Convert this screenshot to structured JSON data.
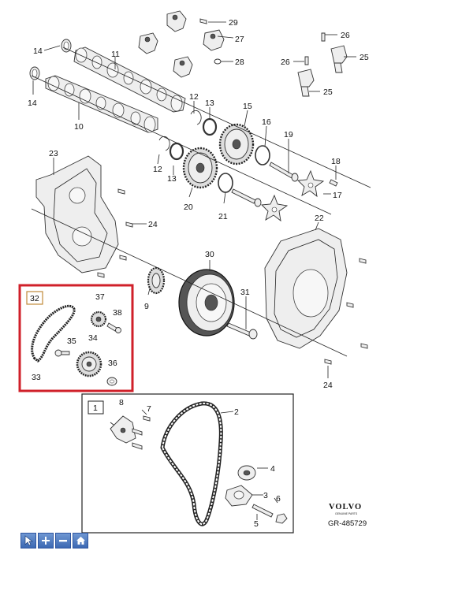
{
  "labels": {
    "p29": "29",
    "p27": "27",
    "p28": "28",
    "p26a": "26",
    "p26b": "26",
    "p25a": "25",
    "p25b": "25",
    "p14a": "14",
    "p14b": "14",
    "p11": "11",
    "p10": "10",
    "p12a": "12",
    "p12b": "12",
    "p13a": "13",
    "p13b": "13",
    "p15": "15",
    "p16": "16",
    "p19": "19",
    "p18": "18",
    "p17": "17",
    "p20": "20",
    "p21": "21",
    "p23": "23",
    "p24a": "24",
    "p24b": "24",
    "p22": "22",
    "p30": "30",
    "p31": "31",
    "p9": "9",
    "p32": "32",
    "p37": "37",
    "p38": "38",
    "p35": "35",
    "p34": "34",
    "p36": "36",
    "p33": "33",
    "p1": "1",
    "p8": "8",
    "p7": "7",
    "p2": "2",
    "p4": "4",
    "p3": "3",
    "p6": "6",
    "p5": "5"
  },
  "brand": {
    "name": "VOLVO",
    "sub": "GENUINE PARTS",
    "code": "GR-485729"
  },
  "toolbar": {
    "select_icon": "cursor-arrow-icon",
    "zoom_in_icon": "plus-icon",
    "zoom_out_icon": "minus-icon",
    "home_icon": "home-icon"
  },
  "colors": {
    "highlight": "#d0202a",
    "toolbar": "#4a78c0"
  }
}
